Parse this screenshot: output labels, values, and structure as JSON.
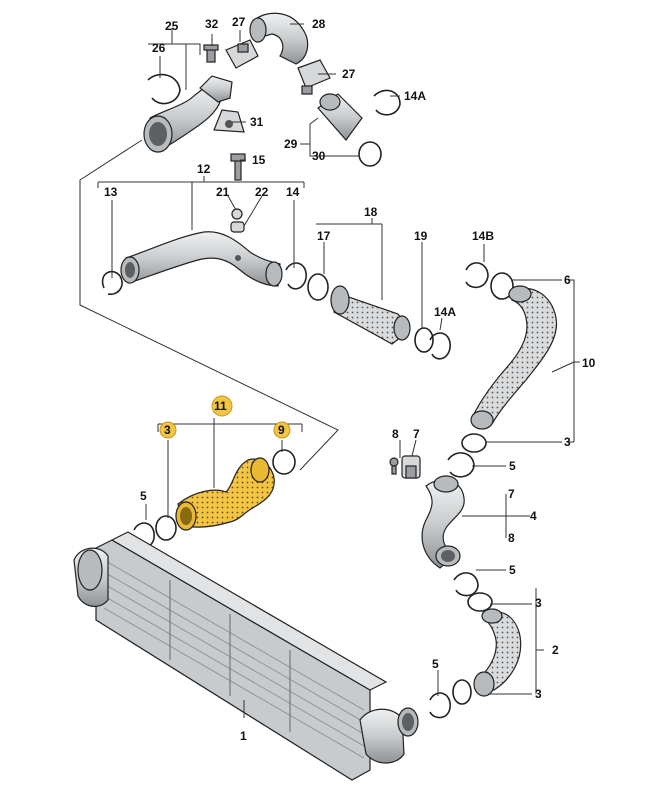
{
  "accent_color": "#f3c544",
  "labels": {
    "l1": "1",
    "l2": "2",
    "l3a": "3",
    "l3b": "3",
    "l3c": "3",
    "l3d": "3",
    "l4": "4",
    "l5a": "5",
    "l5b": "5",
    "l5c": "5",
    "l5d": "5",
    "l6": "6",
    "l7a": "7",
    "l7b": "7",
    "l8a": "8",
    "l8b": "8",
    "l9": "9",
    "l10": "10",
    "l11": "11",
    "l12": "12",
    "l13": "13",
    "l14a": "14",
    "l14A1": "14A",
    "l14A2": "14A",
    "l14B": "14B",
    "l15": "15",
    "l17": "17",
    "l18": "18",
    "l19": "19",
    "l21": "21",
    "l22": "22",
    "l25": "25",
    "l26": "26",
    "l27a": "27",
    "l27b": "27",
    "l28": "28",
    "l29": "29",
    "l30": "30",
    "l31": "31",
    "l32": "32"
  }
}
